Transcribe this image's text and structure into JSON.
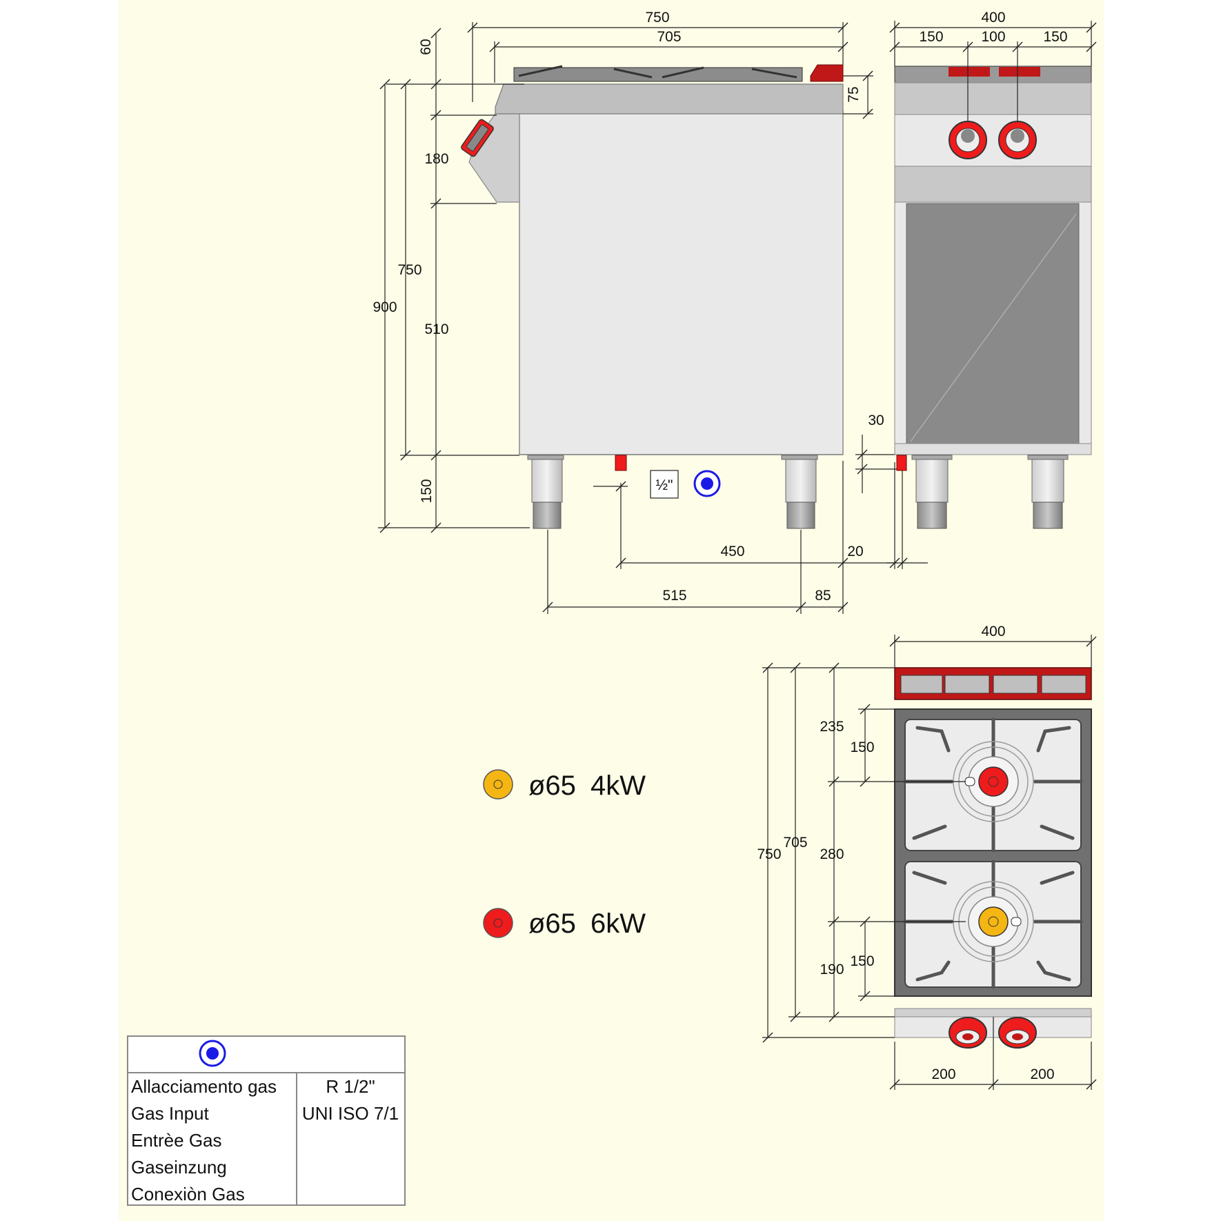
{
  "dimensions": {
    "side": {
      "width_total": "750",
      "width_top": "705",
      "top_height": "60",
      "rim_height": "75",
      "control_panel": "180",
      "height_750": "750",
      "height_900": "900",
      "cabinet": "510",
      "legs": "150",
      "plinth": "30",
      "inlet_offset": "450",
      "back_offset": "20",
      "leg_spacing": "515",
      "leg_back": "85",
      "gas_thread": "½\""
    },
    "front": {
      "width": "400",
      "left": "150",
      "middle": "100",
      "right": "150"
    },
    "top": {
      "width": "400",
      "depth_total": "750",
      "depth_top": "705",
      "burner1_from_back": "235",
      "burner1_burner_offset": "150",
      "between_burners": "280",
      "burner2_to_front": "190",
      "burner2_burner_offset": "150",
      "knob_left": "200",
      "knob_right": "200"
    }
  },
  "legend": [
    {
      "diameter": "ø65",
      "power": "4kW",
      "color": "#f5b614"
    },
    {
      "diameter": "ø65",
      "power": "6kW",
      "color": "#ee1c1c"
    }
  ],
  "gas_table": {
    "icon": "gas-connection-icon",
    "labels": [
      "Allacciamento gas",
      "Gas Input",
      "Entrèe Gas",
      "Gaseinzung",
      "Conexiòn Gas"
    ],
    "value_line1": "R 1/2\"",
    "value_line2": "UNI ISO 7/1"
  },
  "colors": {
    "background": "#fdfde8",
    "steel": "#e9e9e9",
    "steel_dark": "#a0a0a0",
    "accent_red": "#ee1c1c",
    "accent_yellow": "#f5b614",
    "gas_blue": "#1a1ae6"
  }
}
